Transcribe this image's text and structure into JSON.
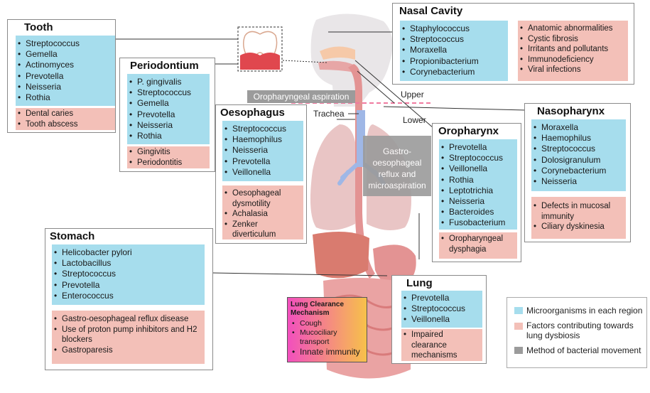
{
  "colors": {
    "microorganisms": "#a6dded",
    "factors": "#f3c0b8",
    "method": "#9b9b9b",
    "clearance_gradient": [
      "#f24fbe",
      "#f7c14a"
    ]
  },
  "tooth": {
    "title": "Tooth",
    "microorganisms": [
      "Streptococcus",
      "Gemella",
      "Actinomyces",
      "Prevotella",
      "Neisseria",
      "Rothia"
    ],
    "factors": [
      "Dental caries",
      "Tooth abscess"
    ]
  },
  "periodontium": {
    "title": "Periodontium",
    "microorganisms": [
      "P. gingivalis",
      "Streptococcus",
      "Gemella",
      "Prevotella",
      "Neisseria",
      "Rothia"
    ],
    "factors": [
      "Gingivitis",
      "Periodontitis"
    ]
  },
  "oesophagus": {
    "title": "Oesophagus",
    "microorganisms": [
      "Streptococcus",
      "Haemophilus",
      "Neisseria",
      "Prevotella",
      "Veillonella"
    ],
    "factors": [
      "Oesophageal dysmotility",
      "Achalasia",
      "Zenker diverticulum"
    ]
  },
  "nasal_cavity": {
    "title": "Nasal Cavity",
    "microorganisms": [
      "Staphylococcus",
      "Streptococcus",
      "Moraxella",
      "Propionibacterium",
      "Corynebacterium"
    ],
    "factors": [
      "Anatomic abnormalities",
      "Cystic fibrosis",
      "Irritants and pollutants",
      "Immunodeficiency",
      "Viral infections"
    ]
  },
  "nasopharynx": {
    "title": "Nasopharynx",
    "microorganisms": [
      "Moraxella",
      "Haemophilus",
      "Streptococcus",
      "Dolosigranulum",
      "Corynebacterium",
      "Neisseria"
    ],
    "factors": [
      "Defects in mucosal immunity",
      "Ciliary dyskinesia"
    ]
  },
  "oropharynx": {
    "title": "Oropharynx",
    "microorganisms": [
      "Prevotella",
      "Streptococcus",
      "Veillonella",
      "Rothia",
      "Leptotrichia",
      "Neisseria",
      "Bacteroides",
      "Fusobacterium"
    ],
    "factors": [
      "Oropharyngeal dysphagia"
    ]
  },
  "stomach": {
    "title": "Stomach",
    "microorganisms": [
      "Helicobacter pylori",
      "Lactobacillus",
      "Streptococcus",
      "Prevotella",
      "Enterococcus"
    ],
    "factors": [
      "Gastro-oesophageal reflux disease",
      "Use of proton pump inhibitors and H2 blockers",
      "Gastroparesis"
    ]
  },
  "lung": {
    "title": "Lung",
    "microorganisms": [
      "Prevotella",
      "Streptococcus",
      "Veillonella"
    ],
    "factors": [
      "Impaired clearance mechanisms"
    ]
  },
  "methods": {
    "aspiration": "Oropharyngeal aspiration",
    "reflux": "Gastro-oesophageal reflux and microaspiration"
  },
  "anatomy_labels": {
    "upper": "Upper",
    "lower": "Lower",
    "trachea": "Trachea"
  },
  "clearance": {
    "title": "Lung Clearance Mechanism",
    "items": [
      "Cough",
      "Mucociliary transport",
      "Innate immunity"
    ]
  },
  "legend": {
    "items": [
      {
        "label": "Microorganisms in each region",
        "color": "#a6dded"
      },
      {
        "label": "Factors contributing towards lung dysbiosis",
        "color": "#f3c0b8"
      },
      {
        "label": "Method of bacterial movement",
        "color": "#9b9b9b"
      }
    ]
  }
}
